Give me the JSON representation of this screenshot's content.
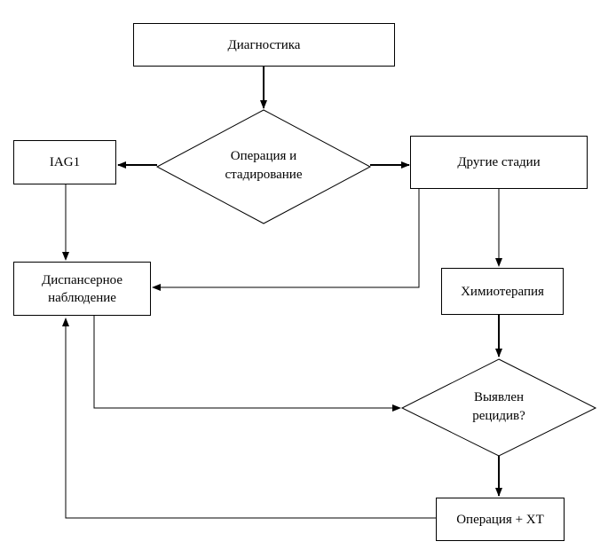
{
  "nodes": {
    "diagnostics": "Диагностика",
    "surgery_staging": "Операция и\nстадирование",
    "iag1": "IAG1",
    "other_stages": "Другие стадии",
    "follow_up": "Диспансерное\nнаблюдение",
    "chemotherapy": "Химиотерапия",
    "relapse_detected": "Выявлен\nрецидив?",
    "surgery_ct": "Операция + ХТ"
  }
}
